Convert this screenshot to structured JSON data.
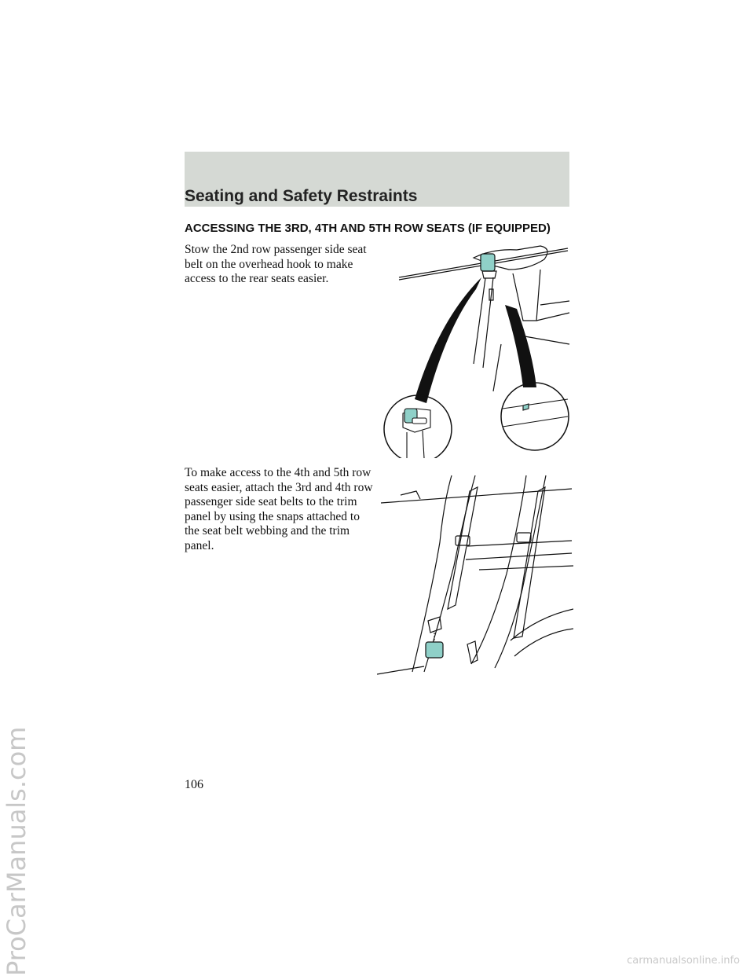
{
  "header": {
    "section_title": "Seating and Safety Restraints",
    "band_color": "#d5d9d4"
  },
  "content": {
    "heading": "ACCESSING THE 3RD, 4TH AND 5TH ROW SEATS (IF EQUIPPED)",
    "paragraph_1": "Stow the 2nd row passenger side seat belt on the overhead hook to make access to the rear seats easier.",
    "paragraph_2": "To make access to the 4th and 5th row seats easier, attach the 3rd and 4th row passenger side seat belts to the trim panel by using the snaps attached to the seat belt webbing and the trim panel."
  },
  "figures": {
    "accent_color": "#8fd0c8"
  },
  "footer": {
    "page_number": "106"
  },
  "watermarks": {
    "side": "ProCarManuals.com",
    "bottom": "carmanualsonline.info"
  }
}
